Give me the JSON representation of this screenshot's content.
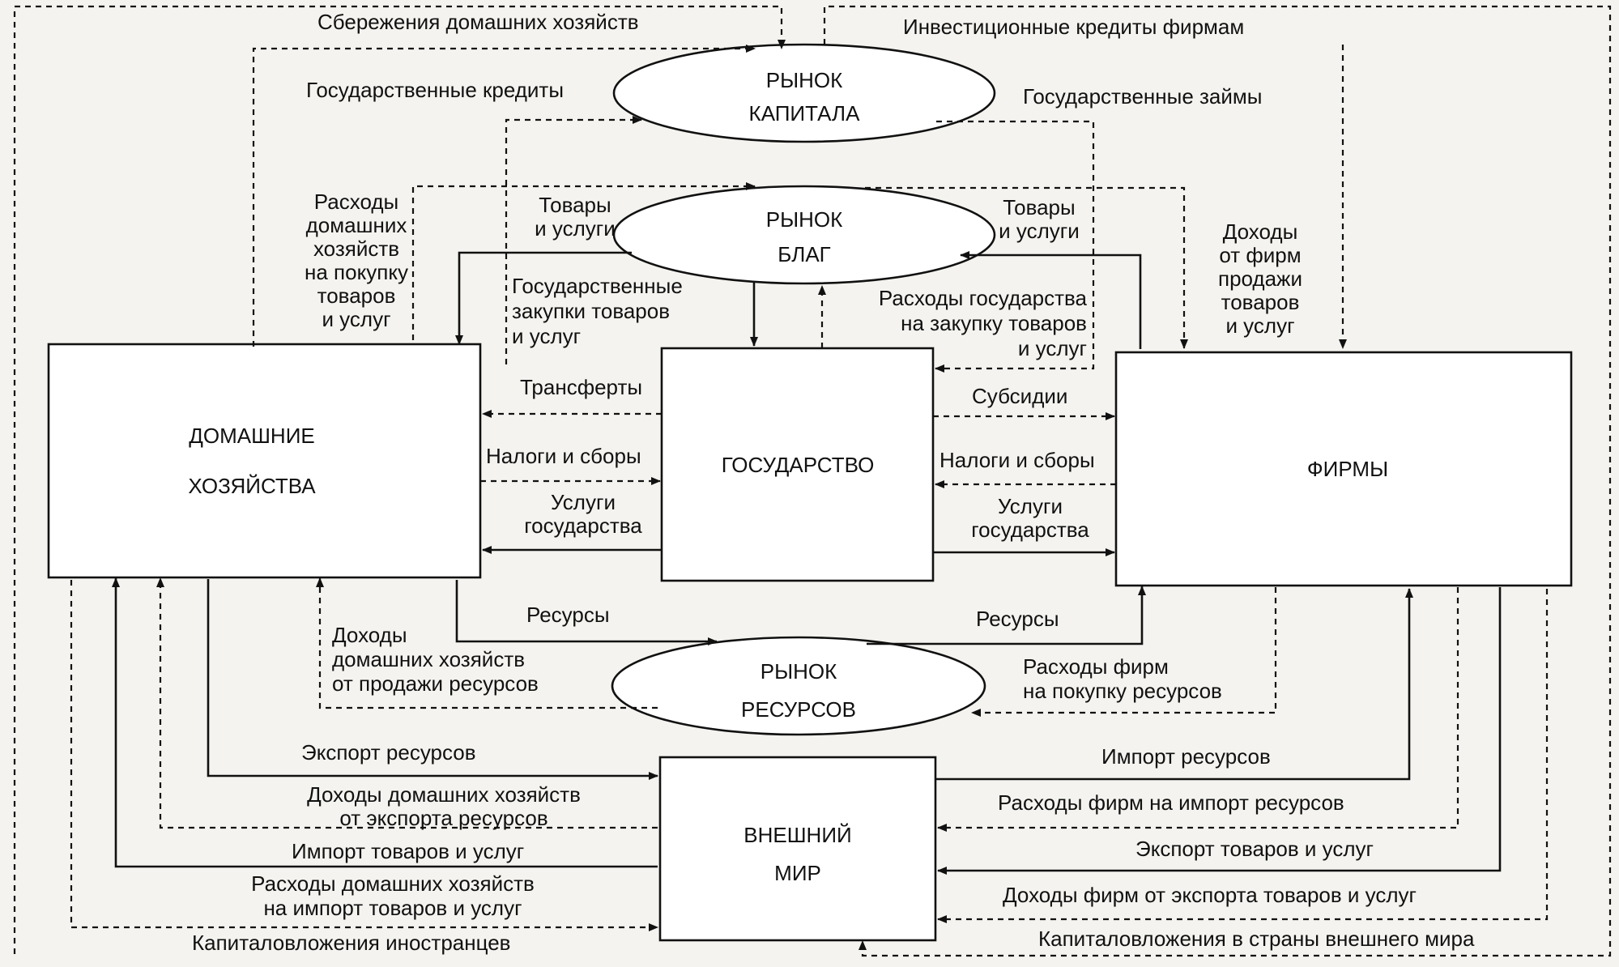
{
  "nodes": {
    "households": [
      "ДОМАШНИЕ",
      "ХОЗЯЙСТВА"
    ],
    "state": [
      "ГОСУДАРСТВО"
    ],
    "firms": [
      "ФИРМЫ"
    ],
    "capital_market": [
      "РЫНОК",
      "КАПИТАЛА"
    ],
    "goods_market": [
      "РЫНОК",
      "БЛАГ"
    ],
    "resource_market": [
      "РЫНОК",
      "РЕСУРСОВ"
    ],
    "world": [
      "ВНЕШНИЙ",
      "МИР"
    ]
  },
  "flows": {
    "household_savings": [
      "Сбережения домашних хозяйств"
    ],
    "investment_credits": [
      "Инвестиционные кредиты фирмам"
    ],
    "gov_credits": [
      "Государственные кредиты"
    ],
    "gov_loans": [
      "Государственные займы"
    ],
    "hh_spending_goods": [
      "Расходы",
      "домашних",
      "хозяйств",
      "на покупку",
      "товаров",
      "и услуг"
    ],
    "goods_to_hh": [
      "Товары",
      "и услуги"
    ],
    "goods_to_firms": [
      "Товары",
      "и услуги"
    ],
    "firm_income_goods": [
      "Доходы",
      "от фирм",
      "продажи",
      "товаров",
      "и услуг"
    ],
    "gov_purchases": [
      "Государственные",
      "закупки товаров",
      "и услуг"
    ],
    "gov_spending_goods": [
      "Расходы государства",
      "на закупку товаров",
      "и услуг"
    ],
    "transfers": [
      "Трансферты"
    ],
    "subsidies": [
      "Субсидии"
    ],
    "taxes_hh": [
      "Налоги и сборы"
    ],
    "taxes_firms": [
      "Налоги и сборы"
    ],
    "gov_services_hh": [
      "Услуги",
      "государства"
    ],
    "gov_services_firms": [
      "Услуги",
      "государства"
    ],
    "resources_hh": [
      "Ресурсы"
    ],
    "resources_firms": [
      "Ресурсы"
    ],
    "hh_income_resources": [
      "Доходы",
      "домашних хозяйств",
      "от продажи ресурсов"
    ],
    "firm_spending_resources": [
      "Расходы фирм",
      "на покупку ресурсов"
    ],
    "export_resources": [
      "Экспорт ресурсов"
    ],
    "hh_income_export": [
      "Доходы домашних хозяйств",
      "от экспорта ресурсов"
    ],
    "import_goods": [
      "Импорт товаров  и услуг"
    ],
    "hh_spending_import": [
      "Расходы домашних хозяйств",
      "на импорт товаров и услуг"
    ],
    "foreign_investment": [
      "Капиталовложения иностранцев"
    ],
    "import_resources": [
      "Импорт ресурсов"
    ],
    "firm_spending_import": [
      "Расходы фирм на импорт ресурсов"
    ],
    "export_goods": [
      "Экспорт  товаров и услуг"
    ],
    "firm_income_export": [
      "Доходы фирм от экспорта товаров и услуг"
    ],
    "investment_abroad": [
      "Капиталовложения в страны внешнего мира"
    ]
  }
}
